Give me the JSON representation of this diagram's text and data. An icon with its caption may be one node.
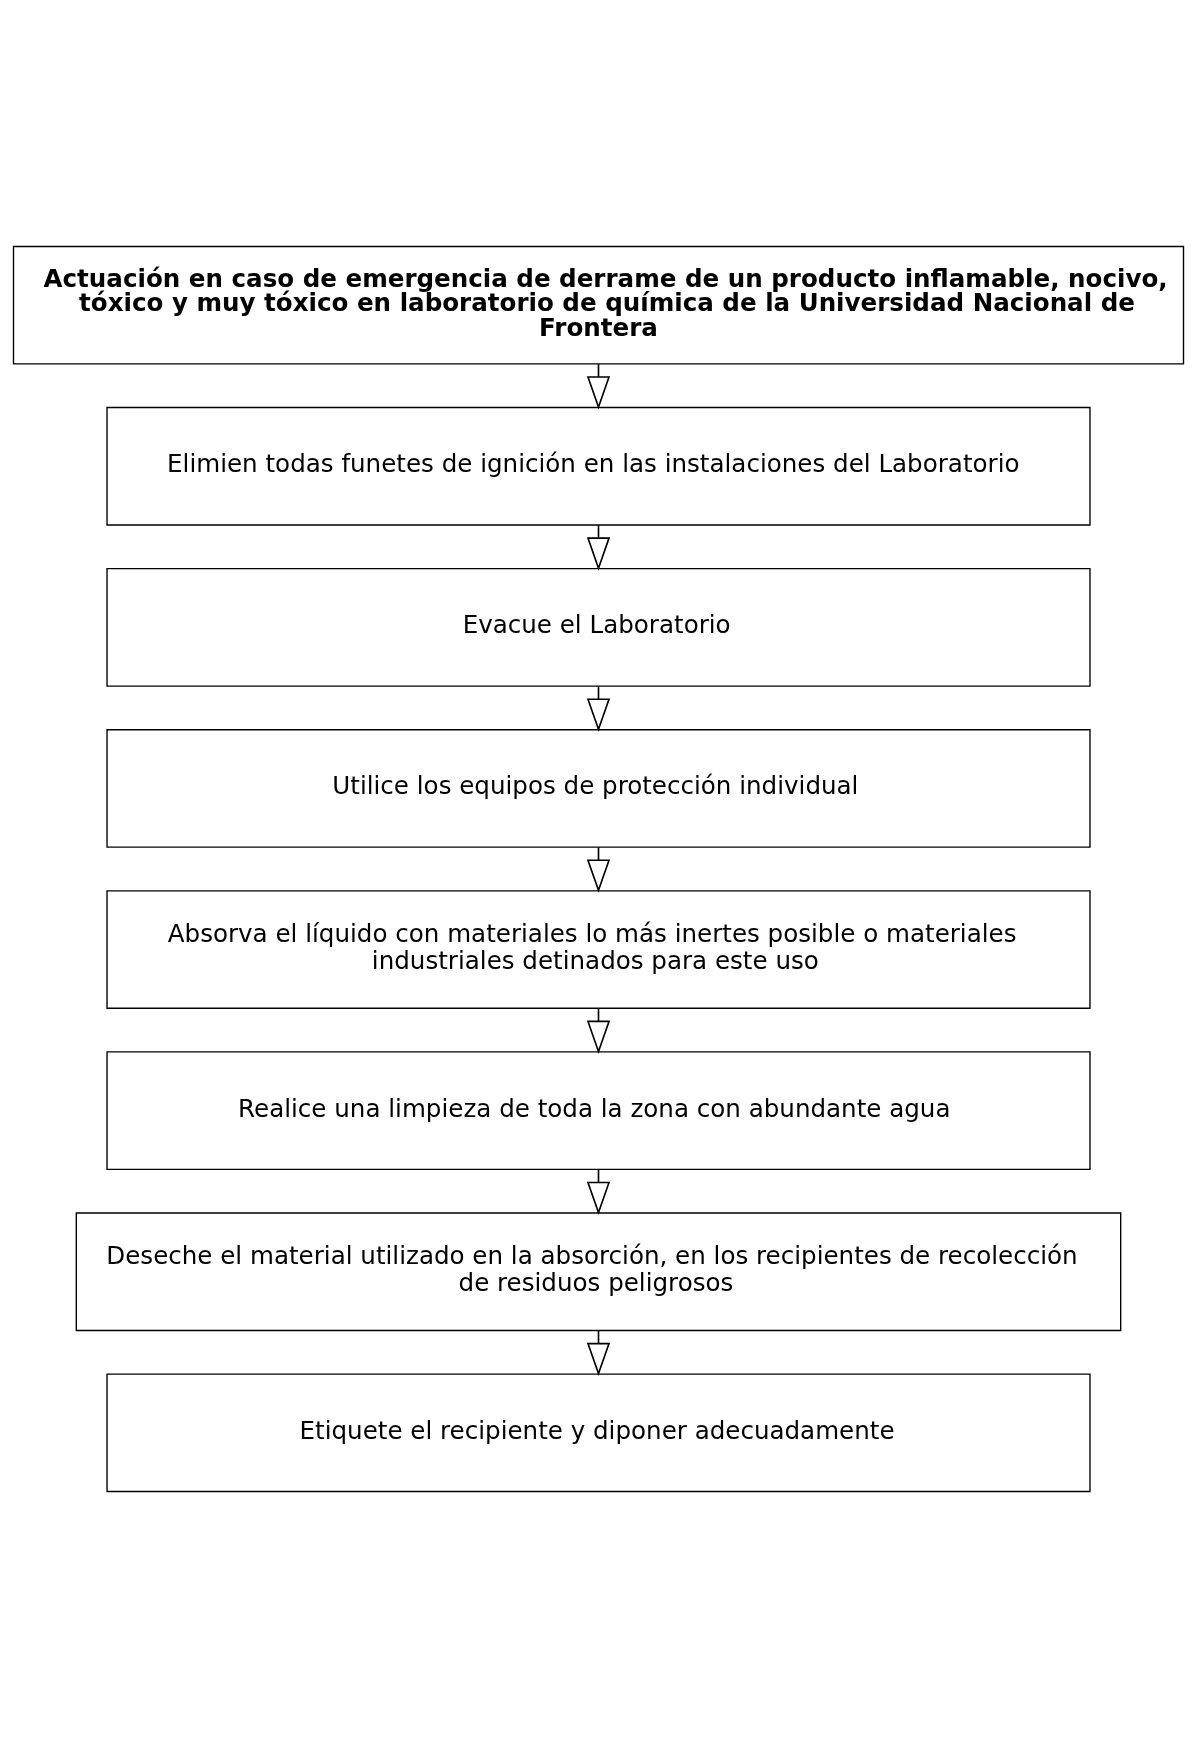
{
  "diagram": {
    "nodes": [
      {
        "text": [
          "Actuación en caso de emergencia de derrame de un producto inflamable, nocivo, tóxico y muy tóxico en laboratorio de química de la Universidad Nacional de Frontera"
        ]
      },
      {
        "text": [
          "Elimien todas funetes de ignición en las instalaciones del Laboratorio"
        ]
      },
      {
        "text": [
          "Evacue el Laboratorio"
        ]
      },
      {
        "text": [
          "Utilice los equipos de protección individual"
        ]
      },
      {
        "text": [
          "Absorva el líquido con materiales lo más inertes posible o materiales industriales detinados para este uso"
        ]
      },
      {
        "text": [
          "Realice una limpieza de toda la zona con abundante agua"
        ]
      },
      {
        "text": [
          "Deseche el material utilizado en la absorción, en los recipientes de recolección de residuos peligrosos"
        ]
      },
      {
        "text": [
          "Etiquete el recipiente y diponer adecuadamente"
        ]
      }
    ],
    "edges": [
      {
        "from": 0,
        "to": 1,
        "arrow": "to"
      },
      {
        "from": 1,
        "to": 2,
        "arrow": "to"
      },
      {
        "from": 2,
        "to": 3,
        "arrow": "to"
      },
      {
        "from": 3,
        "to": 4,
        "arrow": "to"
      },
      {
        "from": 4,
        "to": 5,
        "arrow": "to"
      },
      {
        "from": 5,
        "to": 6,
        "arrow": "to"
      },
      {
        "from": 6,
        "to": 7,
        "arrow": "to"
      }
    ]
  }
}
